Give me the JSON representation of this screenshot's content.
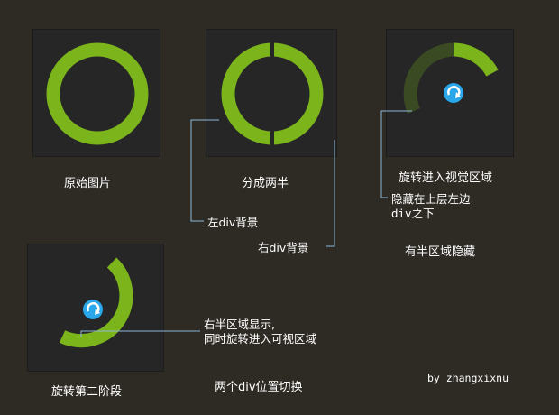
{
  "captions": {
    "original": "原始图片",
    "split": "分成两半",
    "rotate_into_view": "旋转进入视觉区域",
    "half_hidden": "有半区域隐藏",
    "second_stage": "旋转第二阶段",
    "swap_positions": "两个div位置切换"
  },
  "notes": {
    "left_bg": "左div背景",
    "right_bg": "右div背景",
    "hidden_under_line1": "隐藏在上层左边",
    "hidden_under_line2": "div之下",
    "right_half_line1": "右半区域显示,",
    "right_half_line2": "同时旋转进入可视区域"
  },
  "credit": "by zhangxixnu",
  "colors": {
    "page_bg": "#2e2a24",
    "panel_bg": "#262626",
    "ring": "#7cb41c",
    "ring_dim": "#3a4a22",
    "leader_line": "#8fb8d8",
    "icon_fill": "#2aa7ea"
  },
  "icons": [
    "refresh-icon",
    "refresh-icon"
  ]
}
